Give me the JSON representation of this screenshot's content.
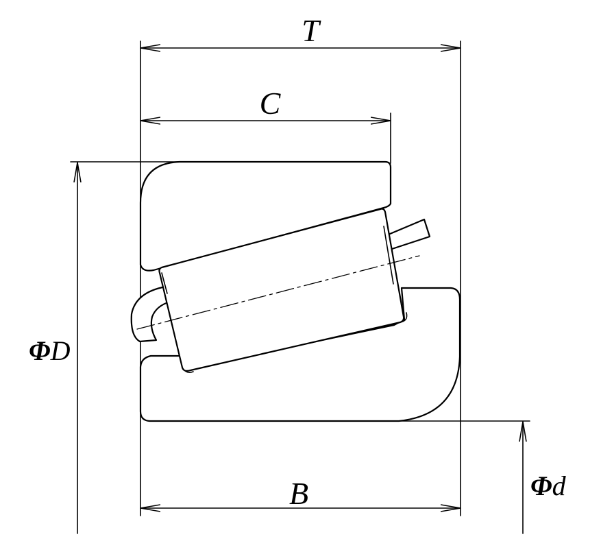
{
  "diagram": {
    "labels": {
      "total_width": "T",
      "cup_width": "C",
      "cone_width": "B",
      "outer_diameter": "ΦD",
      "bore_diameter": "Φd"
    },
    "label_parts": {
      "phi_symbol": "Φ",
      "outer_letter": "D",
      "bore_letter": "d"
    }
  }
}
